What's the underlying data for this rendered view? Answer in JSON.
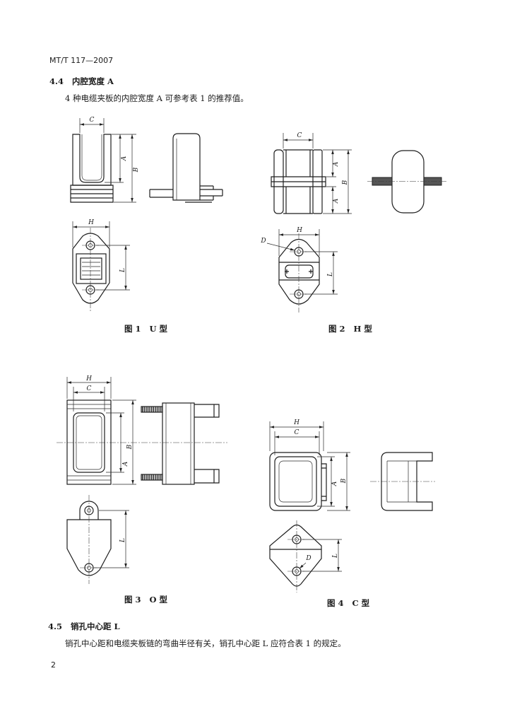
{
  "header": {
    "standard_code": "MT/T 117—2007"
  },
  "section_4_4": {
    "number": "4.4",
    "title": "内腔宽度 A",
    "body": "4 种电缆夹板的内腔宽度 A 可参考表 1 的推荐值。"
  },
  "figures": [
    {
      "caption_number": "图 1",
      "caption_name": "U 型",
      "dimension_labels": [
        "C",
        "A",
        "B",
        "H",
        "L"
      ]
    },
    {
      "caption_number": "图 2",
      "caption_name": "H 型",
      "dimension_labels": [
        "C",
        "A",
        "B",
        "A",
        "H",
        "D",
        "L"
      ]
    },
    {
      "caption_number": "图 3",
      "caption_name": "O 型",
      "dimension_labels": [
        "H",
        "C",
        "B",
        "A",
        "L"
      ]
    },
    {
      "caption_number": "图 4",
      "caption_name": "C 型",
      "dimension_labels": [
        "H",
        "C",
        "A",
        "B",
        "L",
        "D"
      ]
    }
  ],
  "section_4_5": {
    "number": "4.5",
    "title": "销孔中心距 L",
    "body": "销孔中心距和电缆夹板链的弯曲半径有关，销孔中心距 L 应符合表 1 的规定。"
  },
  "page_number": "2"
}
